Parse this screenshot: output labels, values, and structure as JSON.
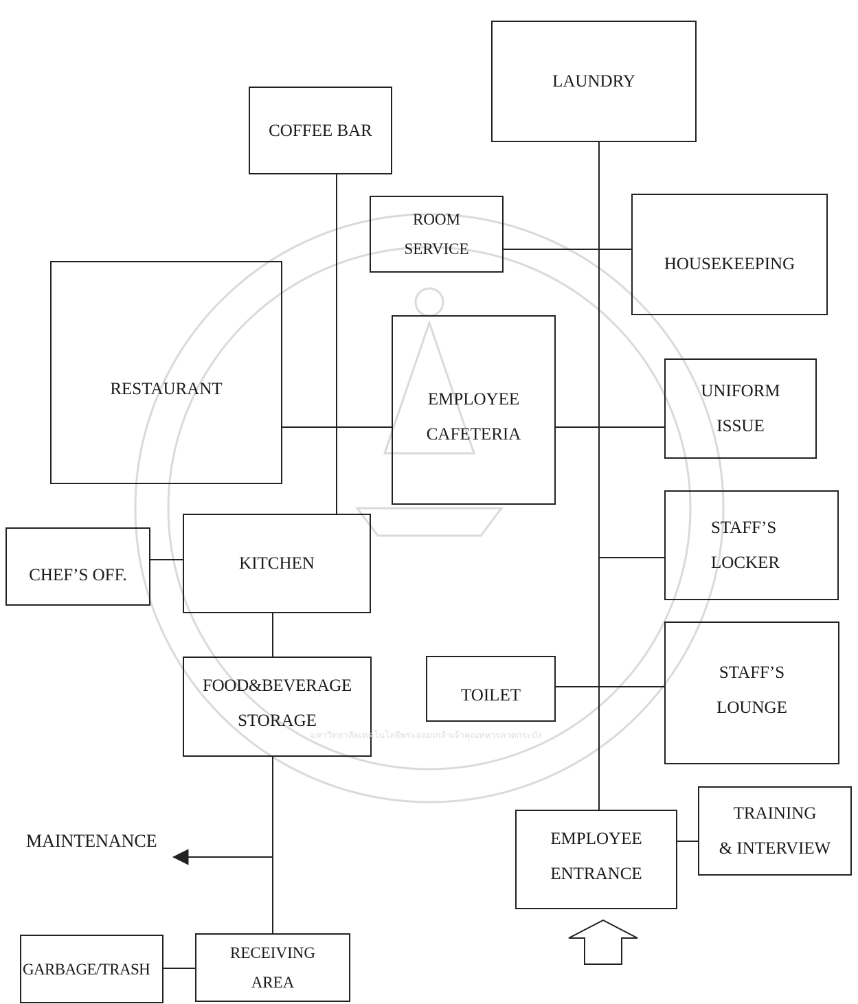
{
  "rooms": {
    "laundry": "LAUNDRY",
    "coffee_bar": "COFFEE BAR",
    "room_service": [
      "ROOM",
      "SERVICE"
    ],
    "housekeeping": "HOUSEKEEPING",
    "restaurant": "RESTAURANT",
    "employee_cafeteria": [
      "EMPLOYEE",
      "CAFETERIA"
    ],
    "uniform_issue": [
      "UNIFORM",
      "ISSUE"
    ],
    "chefs_office": "CHEF’S OFF.",
    "kitchen": "KITCHEN",
    "staffs_locker": [
      "STAFF’S",
      "LOCKER"
    ],
    "food_beverage_storage": [
      "FOOD&BEVERAGE",
      "STORAGE"
    ],
    "toilet": "TOILET",
    "staffs_lounge": [
      "STAFF’S",
      "LOUNGE"
    ],
    "maintenance": "MAINTENANCE",
    "employee_entrance": [
      "EMPLOYEE",
      "ENTRANCE"
    ],
    "training_interview": [
      "TRAINING",
      "& INTERVIEW"
    ],
    "garbage_trash": "GARBAGE/TRASH",
    "receiving_area": [
      "RECEIVING",
      "AREA"
    ]
  },
  "watermark_text": "มหาวิทยาลัยเทคโนโลยีพระจอมเกล้าเจ้าคุณทหารลาดกระบัง",
  "colors": {
    "line": "#222222",
    "watermark": "#d9d9d9"
  }
}
